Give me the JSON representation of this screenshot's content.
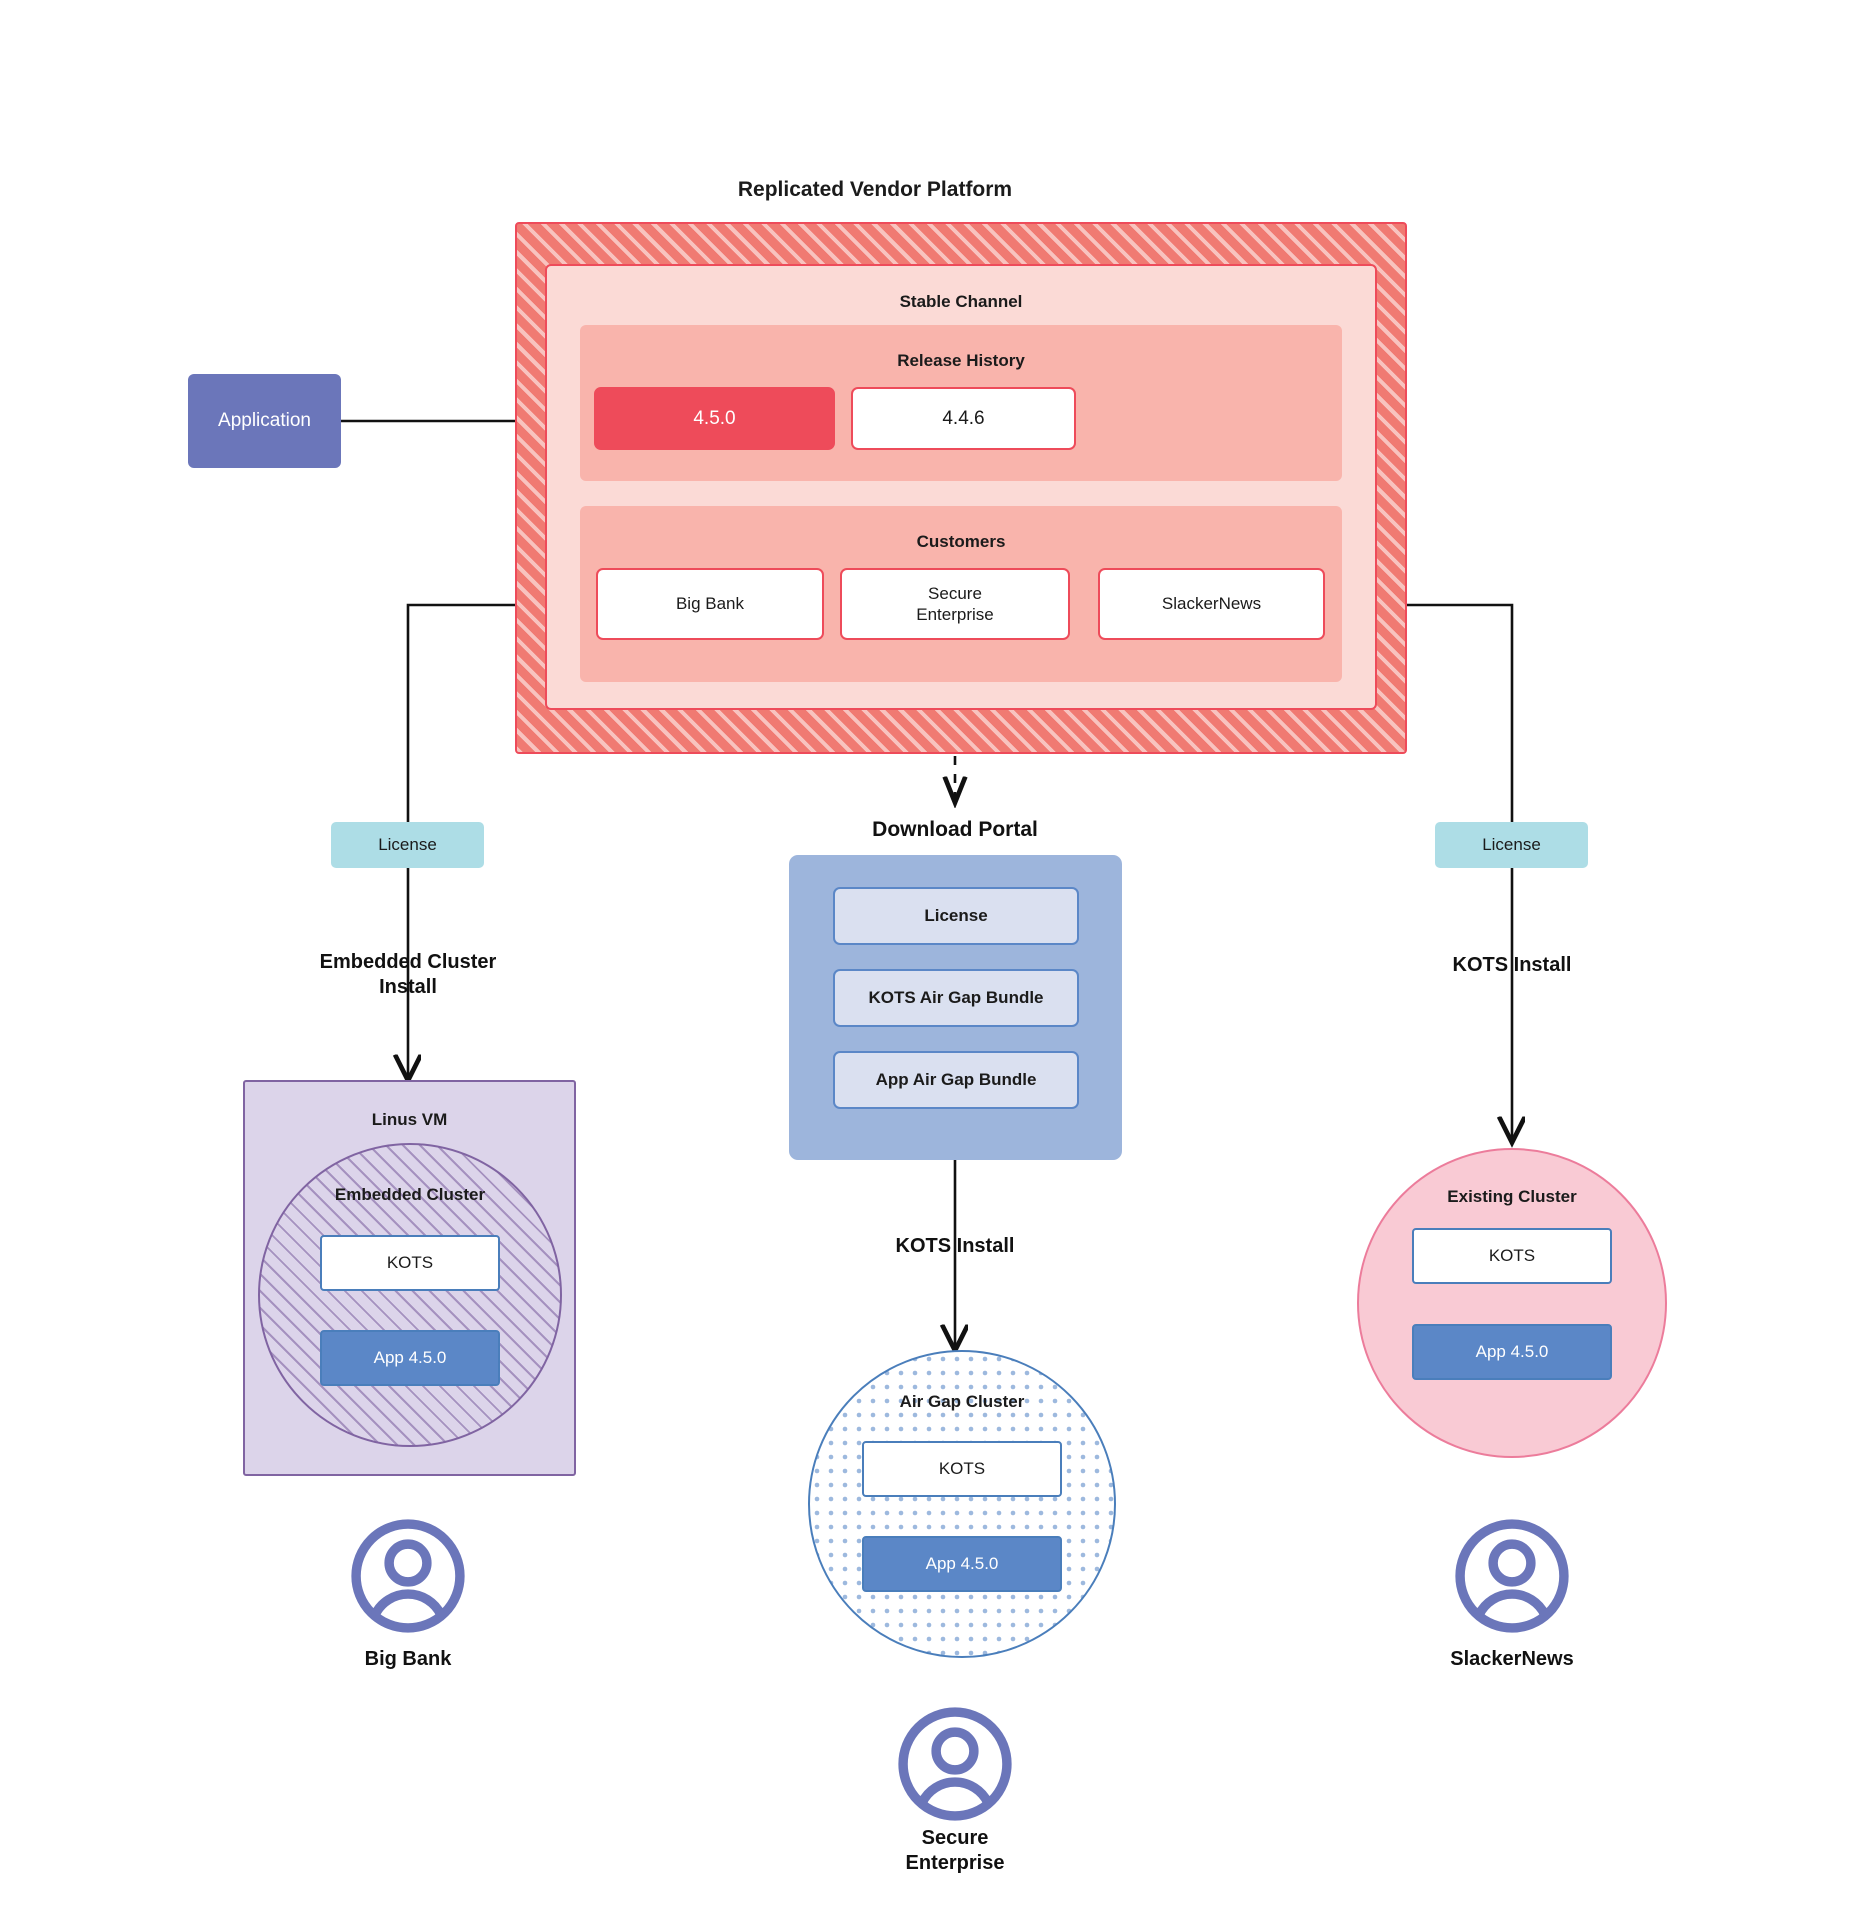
{
  "diagram": {
    "title": "Replicated Vendor Platform"
  },
  "application": {
    "label": "Application"
  },
  "platform": {
    "title": "Replicated Vendor Platform",
    "channel": {
      "title": "Stable Channel",
      "release_history": {
        "title": "Release History",
        "releases": [
          {
            "version": "4.5.0",
            "state": "current"
          },
          {
            "version": "4.4.6",
            "state": "previous"
          }
        ]
      },
      "customers": {
        "title": "Customers",
        "items": [
          {
            "name": "Big Bank"
          },
          {
            "name": "Secure\nEnterprise"
          },
          {
            "name": "SlackerNews"
          }
        ]
      }
    }
  },
  "branches": {
    "left": {
      "license_label": "License",
      "install_label": "Embedded Cluster\nInstall",
      "vm_title": "Linus VM",
      "cluster_title": "Embedded Cluster",
      "kots_label": "KOTS",
      "app_label": "App 4.5.0",
      "persona": "Big Bank"
    },
    "middle": {
      "portal_title": "Download  Portal",
      "portal_items": [
        {
          "label": "License"
        },
        {
          "label": "KOTS Air Gap Bundle"
        },
        {
          "label": "App Air Gap Bundle"
        }
      ],
      "install_label": "KOTS Install",
      "cluster_title": "Air Gap Cluster",
      "kots_label": "KOTS",
      "app_label": "App 4.5.0",
      "persona": "Secure\nEnterprise"
    },
    "right": {
      "license_label": "License",
      "install_label": "KOTS Install",
      "cluster_title": "Existing Cluster",
      "kots_label": "KOTS",
      "app_label": "App 4.5.0",
      "persona": "SlackerNews"
    }
  },
  "colors": {
    "platform_fill": "#F07A72",
    "platform_border": "#EE4B5A",
    "channel_fill": "#FBDAD6",
    "release_fill": "#F9B4AC",
    "release_current": "#EE4B5A",
    "application_fill": "#6B76BA",
    "license_fill": "#ADDDE6",
    "portal_fill": "#9DB5DC",
    "portal_card_fill": "#DAE0F0",
    "vm_fill": "#DCD4EA",
    "vm_border": "#8064A2",
    "airgap_border": "#4A7EBB",
    "existing_fill": "#F9CAD4",
    "existing_border": "#EC7C9B",
    "app_version_fill": "#5B87C7",
    "avatar": "#6B76BA"
  }
}
